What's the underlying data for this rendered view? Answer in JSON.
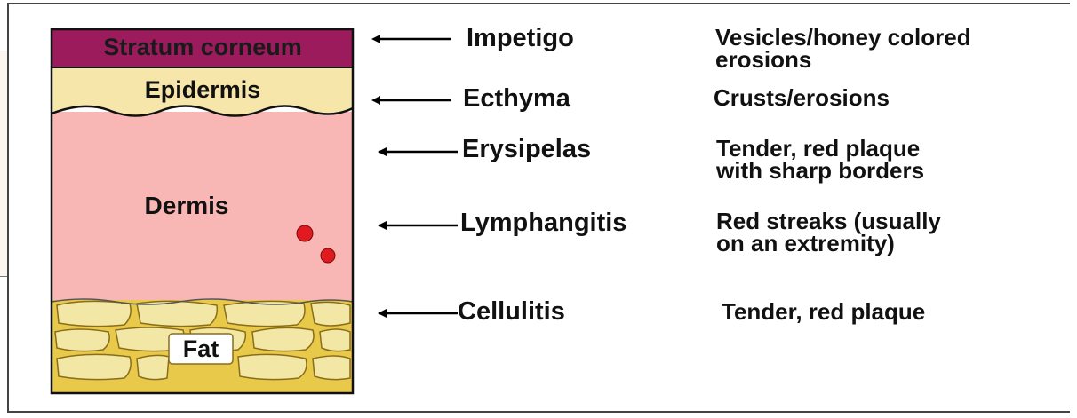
{
  "layers": {
    "stratum_corneum": "Stratum corneum",
    "epidermis": "Epidermis",
    "dermis": "Dermis",
    "fat": "Fat"
  },
  "conditions": [
    {
      "name": "Impetigo",
      "desc_line1": "Vesicles/honey colored",
      "desc_line2": "erosions"
    },
    {
      "name": "Ecthyma",
      "desc_line1": "Crusts/erosions",
      "desc_line2": ""
    },
    {
      "name": "Erysipelas",
      "desc_line1": "Tender, red plaque",
      "desc_line2": "with sharp borders"
    },
    {
      "name": "Lymphangitis",
      "desc_line1": "Red streaks (usually",
      "desc_line2": "on an extremity)"
    },
    {
      "name": "Cellulitis",
      "desc_line1": "Tender, red plaque",
      "desc_line2": ""
    }
  ],
  "colors": {
    "stratum_corneum": "#9b1b5c",
    "epidermis": "#f7e6a9",
    "dermis": "#f8b7b4",
    "fat_background": "#e8c94a",
    "fat_cells": "#f3e7a6",
    "dots": "#e01b20",
    "arrows": "#000000"
  },
  "icons": {
    "arrow": "left-arrow-icon"
  }
}
